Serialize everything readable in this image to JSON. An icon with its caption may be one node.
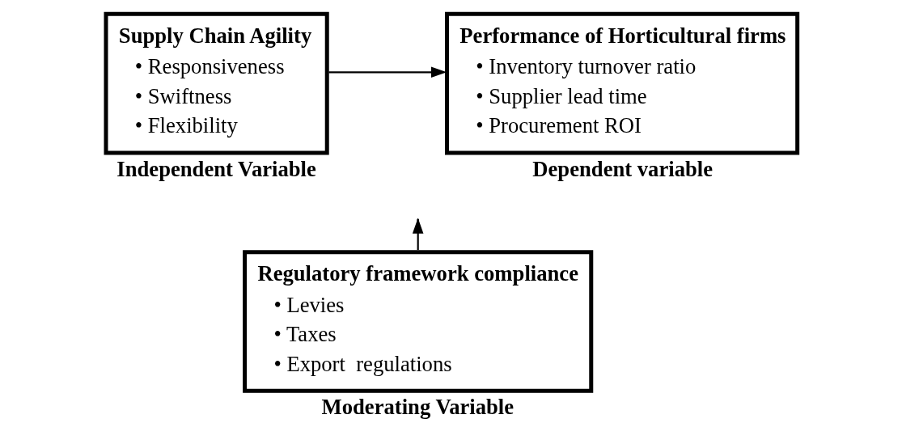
{
  "diagram": {
    "nodes": [
      {
        "text": [
          "Supply Chain Agility",
          "• Responsiveness",
          "• Swiftness",
          "• Flexibility"
        ],
        "beside": [
          "Independent Variable"
        ]
      },
      {
        "text": [
          "Performance of Horticultural firms",
          "• Inventory turnover ratio",
          "• Supplier lead time",
          "• Procurement ROI"
        ],
        "beside": [
          "Dependent variable"
        ]
      },
      {
        "text": [
          "Regulatory framework compliance",
          "• Levies",
          "• Taxes",
          "• Export  regulations"
        ],
        "beside": [
          "Moderating Variable"
        ]
      }
    ],
    "edges": [
      {
        "from": 0,
        "to": 1,
        "arrow": "to"
      },
      {
        "from": 2,
        "to": null,
        "arrow": "to"
      }
    ]
  }
}
